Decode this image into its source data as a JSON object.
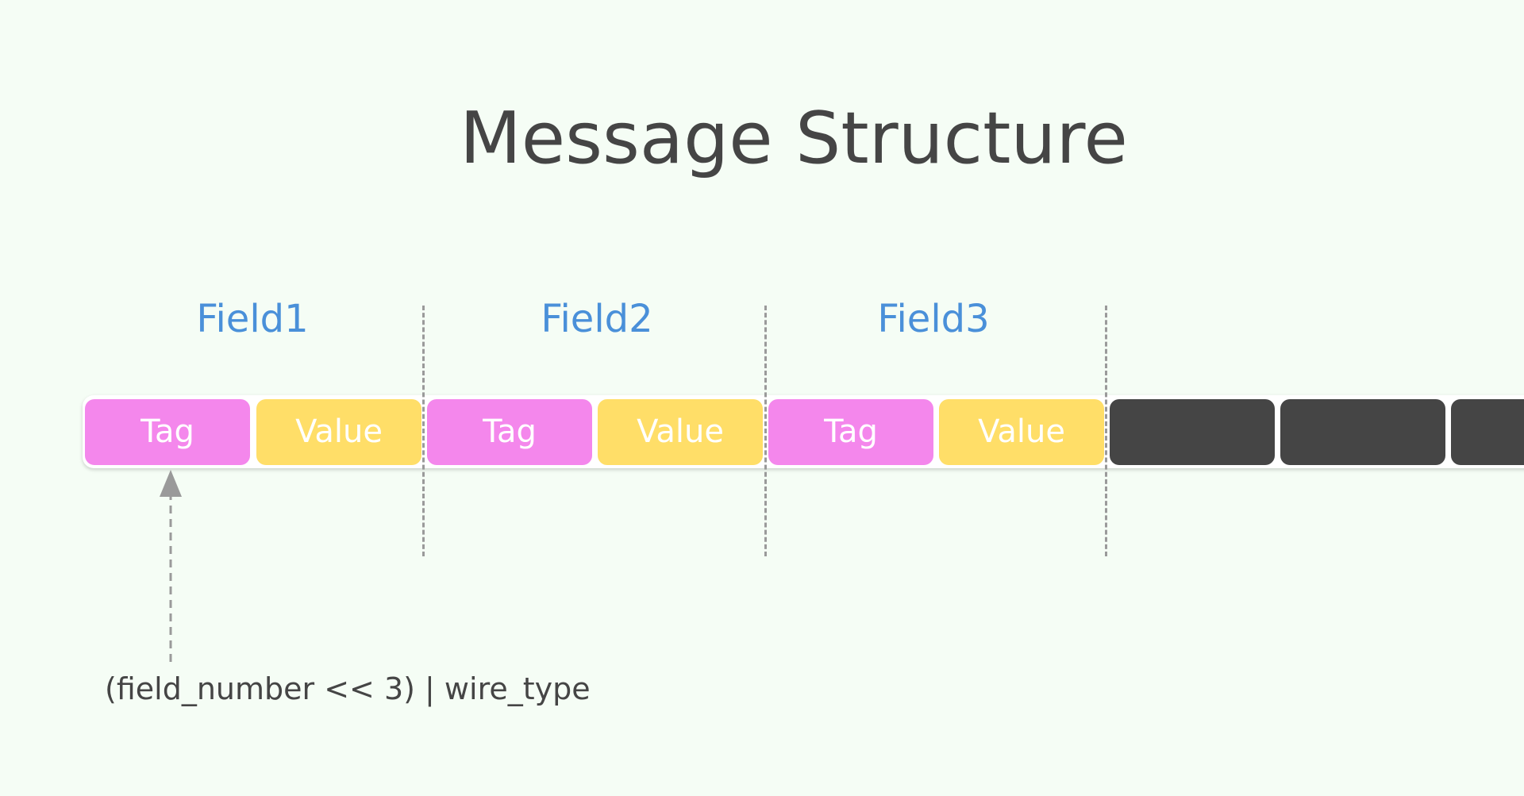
{
  "diagram": {
    "title": "Message Structure",
    "fields": [
      {
        "label": "Field1",
        "tag": "Tag",
        "value": "Value"
      },
      {
        "label": "Field2",
        "tag": "Tag",
        "value": "Value"
      },
      {
        "label": "Field3",
        "tag": "Tag",
        "value": "Value"
      }
    ],
    "tag_formula": "(field_number << 3) | wire_type",
    "colors": {
      "background": "#f5fdf5",
      "title": "#454545",
      "field_label": "#4a90d9",
      "tag": "#f487ec",
      "value": "#ffde68",
      "empty_cell": "#454545",
      "divider": "#9a9a9a"
    }
  }
}
